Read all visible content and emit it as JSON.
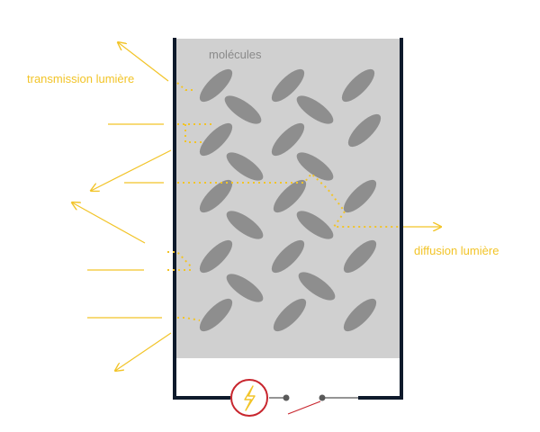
{
  "labels": {
    "molecules": "molécules",
    "transmission": "transmission lumière",
    "diffusion": "diffusion lumière"
  },
  "colors": {
    "light": "#f2c428",
    "frame": "#0e1a2b",
    "cell": "#d0d0d0",
    "molecule": "#8e8e8e",
    "power_ring": "#c8262e",
    "switch_line": "#c8262e",
    "switch_node": "#5a5a5a"
  },
  "icons": {
    "power_source": "lightning-bolt-icon"
  }
}
